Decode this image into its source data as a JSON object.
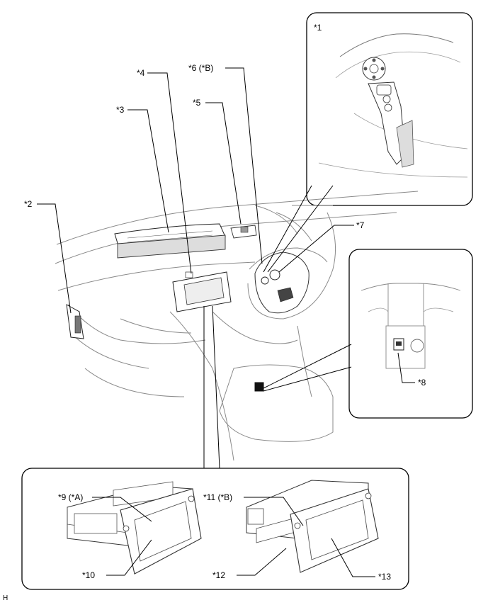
{
  "callouts": {
    "c1": "*1",
    "c2": "*2",
    "c3": "*3",
    "c4": "*4",
    "c5": "*5",
    "c6": "*6 (*B)",
    "c7": "*7",
    "c8": "*8",
    "c9": "*9 (*A)",
    "c10": "*10",
    "c11": "*11 (*B)",
    "c12": "*12",
    "c13": "*13"
  },
  "corner_mark": "H",
  "colors": {
    "line": "#000000",
    "sketch": "#8a8a8a",
    "panel_border": "#000000",
    "background": "#ffffff"
  }
}
